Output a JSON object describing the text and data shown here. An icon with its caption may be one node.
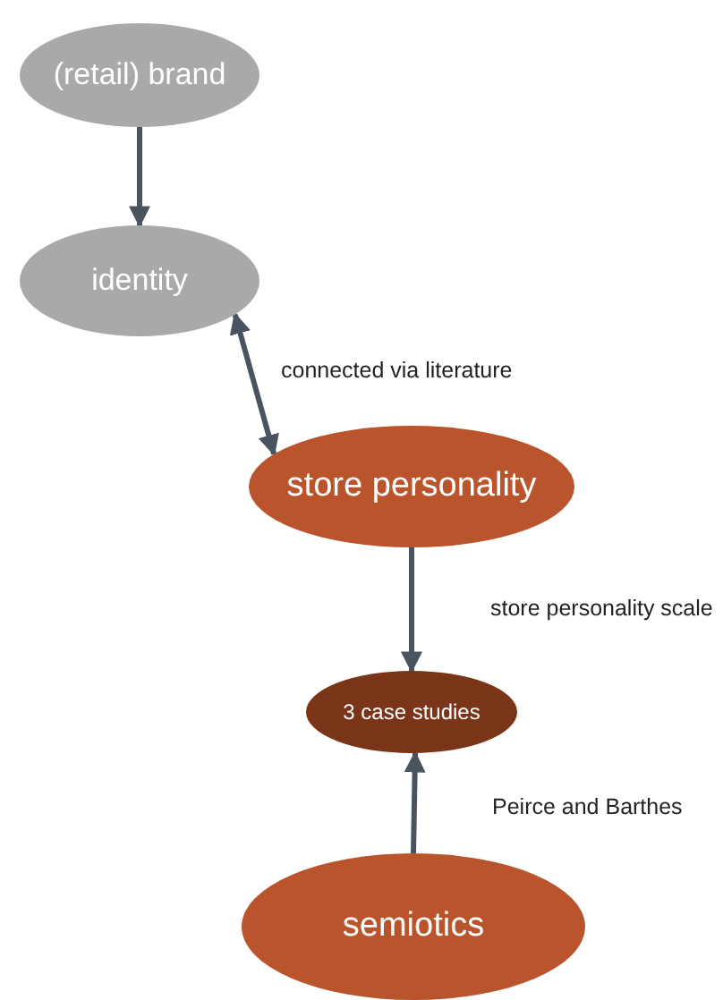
{
  "diagram": {
    "nodes": [
      {
        "text": [
          "(retail) brand"
        ]
      },
      {
        "text": [
          "identity"
        ]
      },
      {
        "text": [
          "store personality"
        ]
      },
      {
        "text": [
          "3 case studies"
        ]
      },
      {
        "text": [
          "semiotics"
        ]
      }
    ],
    "edges": [
      {
        "from": 0,
        "to": 1,
        "arrow": "to"
      },
      {
        "from": 1,
        "to": 2,
        "arrow": "both",
        "label": "connected via literature"
      },
      {
        "from": 2,
        "to": 3,
        "arrow": "to",
        "label": "store personality scale"
      },
      {
        "from": 4,
        "to": 3,
        "arrow": "to",
        "label": "Peirce and Barthes"
      }
    ]
  }
}
